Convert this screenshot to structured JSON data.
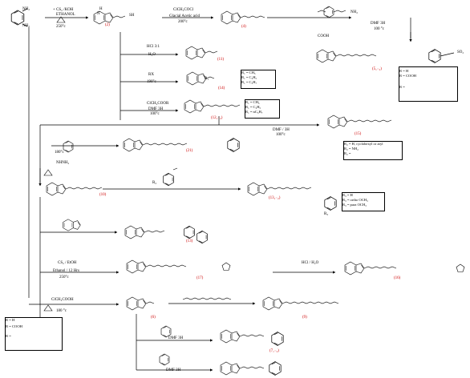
{
  "reagents": {
    "r1a": "+ CS₂ /KOH",
    "r1b": "ETHANOL",
    "r1c": "250°c",
    "r2a": "ClCH₂COCl",
    "r2b": "Glacial Acetic acid",
    "r2c": "200°c",
    "r3a": "DMF 3H",
    "r3b": "100 °c",
    "r4a": "HCl 3:1",
    "r4b": "H₂O",
    "r5a": "RX",
    "r5b": "190°c",
    "r6a": "ClCH₂COOR",
    "r6b": "DMF 3H",
    "r6c": "100°c",
    "r7a": "DMF / 3H",
    "r7b": "100°c",
    "r8": "180°c",
    "r9a": "CS₂ / EtOH",
    "r9b": "Ethanol / 12 Hrs",
    "r9c": "250°c",
    "r10": "HCl / H₂O",
    "r11": "ClCH₂COOH",
    "r12": "180 °c",
    "r13": "DMF 3H",
    "r14": "DMF 3H"
  },
  "compounds": {
    "c2": "(2)",
    "c4": "(4)",
    "c5": "(5₁₋₂)",
    "c11": "(11)",
    "c14": "(14)",
    "c12": "(12₁₋₂)",
    "c15": "(15)",
    "c21": "(21)",
    "c10": "(10)",
    "c13": "(13₁₋₂)",
    "c13b": "(13)",
    "c17": "(17)",
    "c16": "(16)",
    "c6": "(6)",
    "c9": "(9)",
    "c71": "(7₁₋₂)"
  },
  "substituents": {
    "box1": [
      "R = H",
      "R = COOH",
      "R ="
    ],
    "box2": [
      "R₁ = CH₃",
      "R₁ = C₂H₅",
      "R₁ = C₃H₇"
    ],
    "box3": [
      "R₁ = CH₃",
      "R₁ = C₂H₅",
      "R₁ = nC₃H₇"
    ],
    "box4": [
      "R₂ = H, cyclohexyl or aryl",
      "R₂ = NH₂",
      "R₂ ="
    ],
    "box5": [
      "R₃ = H",
      "R₃ = ortho OCH₃",
      "R₃ = para OCH₃"
    ],
    "box6": [
      "R = H",
      "R = COOH",
      "R ="
    ]
  },
  "groups": {
    "nh2a": "NH₂",
    "nh2b": "NH₂",
    "sh": "SH",
    "r1": "R₁",
    "r2": "R₂",
    "r3": "R₃",
    "nh2c": "NH₂",
    "nhnh2": "NHNH₂",
    "cooh": "COOH",
    "so2": "SO₂",
    "nh": "N",
    "hn": "H"
  }
}
